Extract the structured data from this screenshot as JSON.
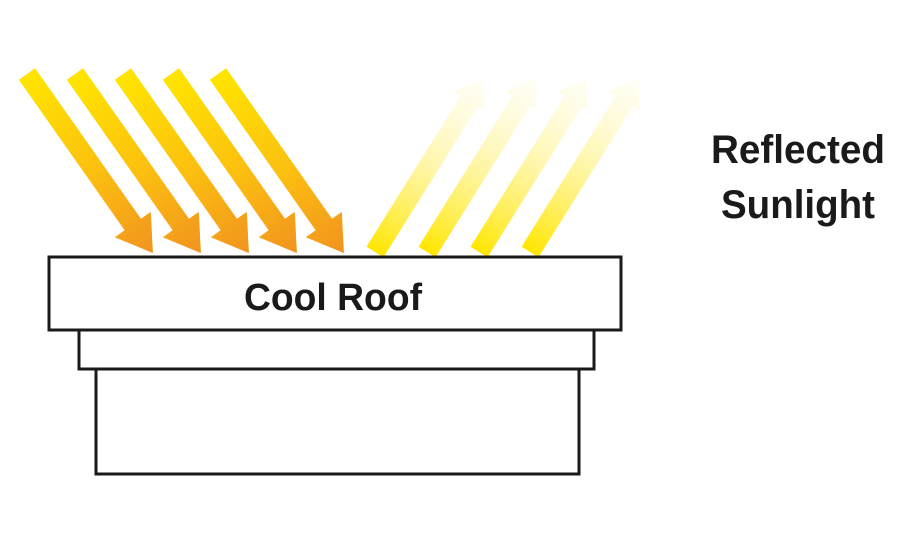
{
  "title_label": "Reflected Sunlight",
  "label_lines": [
    "Reflected",
    "Sunlight"
  ],
  "roof_label": "Cool Roof",
  "colors": {
    "incoming_start": "#ffe500",
    "incoming_end": "#f29320",
    "reflected": "#ffe600",
    "outline": "#1a1a1a"
  },
  "incoming_arrow_count": 5,
  "reflected_arrow_count": 4
}
